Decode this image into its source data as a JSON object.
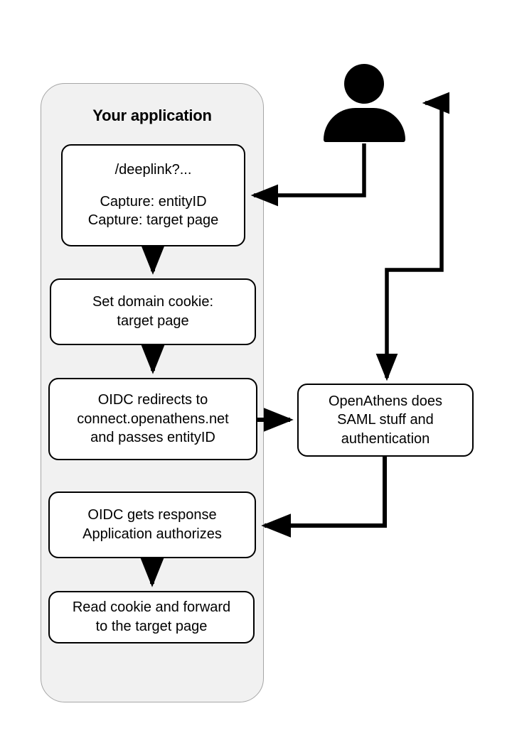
{
  "diagram": {
    "title_visible": false,
    "container": {
      "label": "Your application",
      "fill": "#f1f1f1",
      "stroke": "#a6a6a6"
    },
    "actor": {
      "name": "user-person-icon",
      "icon": "person-icon"
    },
    "nodes": [
      {
        "id": "deeplink",
        "lines": [
          "/deeplink?...",
          "",
          "Capture: entityID",
          "Capture: target page"
        ],
        "fill": "#ffffff",
        "stroke": "#000000"
      },
      {
        "id": "set-cookie",
        "lines": [
          "Set domain cookie:",
          "target page"
        ],
        "fill": "#ffffff",
        "stroke": "#000000"
      },
      {
        "id": "oidc-redirects",
        "lines": [
          "OIDC redirects to",
          "connect.openathens.net",
          "and passes entityID"
        ],
        "fill": "#ffffff",
        "stroke": "#000000"
      },
      {
        "id": "openathens",
        "lines": [
          "OpenAthens does",
          "SAML stuff and",
          "authentication"
        ],
        "fill": "#ffffff",
        "stroke": "#000000"
      },
      {
        "id": "oidc-response",
        "lines": [
          "OIDC gets response",
          "Application authorizes"
        ],
        "fill": "#ffffff",
        "stroke": "#000000"
      },
      {
        "id": "read-cookie",
        "lines": [
          "Read cookie and forward",
          "to the target page"
        ],
        "fill": "#ffffff",
        "stroke": "#000000"
      }
    ],
    "edges": [
      {
        "id": "user-to-deeplink",
        "from": "user",
        "to": "deeplink",
        "label": ""
      },
      {
        "id": "deeplink-to-cookie",
        "from": "deeplink",
        "to": "set-cookie",
        "label": ""
      },
      {
        "id": "cookie-to-oidc-redirects",
        "from": "set-cookie",
        "to": "oidc-redirects",
        "label": ""
      },
      {
        "id": "oidc-redirects-to-openathens",
        "from": "oidc-redirects",
        "to": "openathens",
        "label": ""
      },
      {
        "id": "user-to-openathens",
        "from": "user-return-path",
        "to": "openathens",
        "label": ""
      },
      {
        "id": "openathens-to-oidc-response",
        "from": "openathens",
        "to": "oidc-response",
        "label": ""
      },
      {
        "id": "oidc-response-to-read-cookie",
        "from": "oidc-response",
        "to": "read-cookie",
        "label": ""
      }
    ],
    "stroke_color": "#000000",
    "background": "#ffffff"
  }
}
